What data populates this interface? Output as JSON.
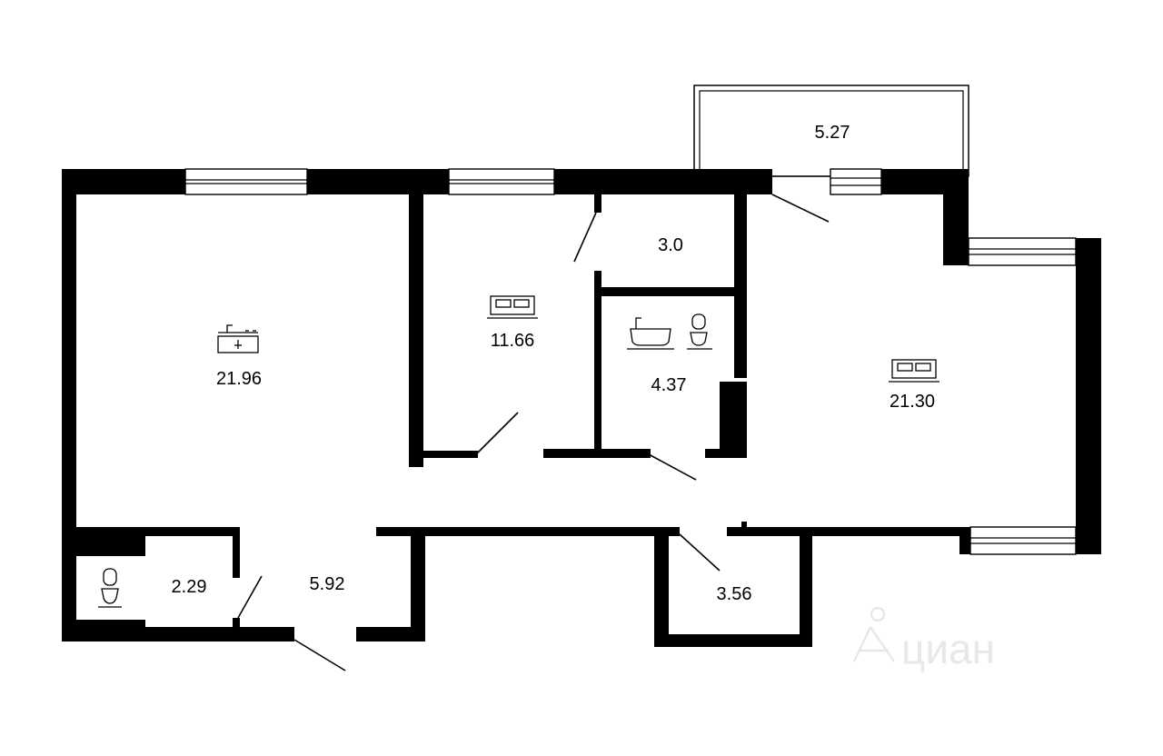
{
  "rooms": {
    "living": {
      "area": "21.96"
    },
    "bedroom_small": {
      "area": "11.66"
    },
    "closet": {
      "area": "3.0"
    },
    "bathroom": {
      "area": "4.37"
    },
    "bedroom_large": {
      "area": "21.30"
    },
    "balcony": {
      "area": "5.27"
    },
    "toilet": {
      "area": "2.29"
    },
    "hallway": {
      "area": "5.92"
    },
    "storage": {
      "area": "3.56"
    }
  },
  "watermark": {
    "text": "циан"
  },
  "colors": {
    "wall": "#000000",
    "background": "#ffffff",
    "watermark": "#e6e6e6"
  }
}
